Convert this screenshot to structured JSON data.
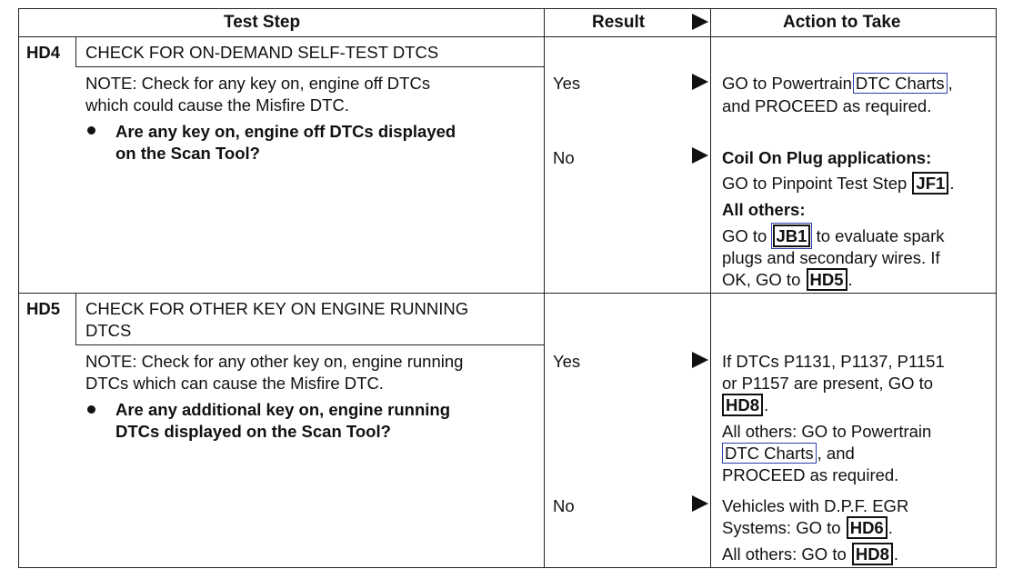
{
  "header": {
    "test_step": "Test Step",
    "result": "Result",
    "action": "Action to Take"
  },
  "hd4": {
    "id": "HD4",
    "title": "CHECK FOR ON-DEMAND SELF-TEST DTCS",
    "note_1": "NOTE: Check for any key on, engine off DTCs",
    "note_2": "which could cause the Misfire DTC.",
    "question_1": "Are any key on, engine off DTCs displayed",
    "question_2": "on the Scan Tool?",
    "yes": "Yes",
    "no": "No",
    "yes_action": {
      "l1_pre": "GO to Powertrain",
      "l1_link": "DTC Charts",
      "l1_post": ",",
      "l2": "and PROCEED as required."
    },
    "no_action": {
      "cop_heading": "Coil On Plug applications:",
      "cop_pre": "GO to Pinpoint Test Step",
      "cop_box": "JF1",
      "cop_post": ".",
      "others_heading": "All others:",
      "o1_pre": "GO to",
      "o1_box": "JB1",
      "o1_post": "to evaluate spark",
      "o2": "plugs and secondary wires. If",
      "o3_pre": "OK, GO to",
      "o3_box": "HD5",
      "o3_post": "."
    }
  },
  "hd5": {
    "id": "HD5",
    "title_1": "CHECK FOR OTHER KEY ON ENGINE RUNNING",
    "title_2": "DTCS",
    "note_1": "NOTE: Check for any other key on, engine running",
    "note_2": "DTCs which can cause the Misfire DTC.",
    "question_1": "Are any additional key on, engine running",
    "question_2": "DTCs displayed on the Scan Tool?",
    "yes": "Yes",
    "no": "No",
    "yes_action": {
      "l1": "If DTCs P1131, P1137, P1151",
      "l2": "or P1157 are present, GO to",
      "l3_box": "HD8",
      "l3_post": ".",
      "l4": "All others: GO to Powertrain",
      "l5_link": "DTC Charts",
      "l5_post": ", and",
      "l6": "PROCEED as required."
    },
    "no_action": {
      "l1": "Vehicles with D.P.F. EGR",
      "l2_pre": "Systems: GO to",
      "l2_box": "HD6",
      "l2_post": ".",
      "l3_pre": "All others: GO to",
      "l3_box": "HD8",
      "l3_post": "."
    }
  }
}
